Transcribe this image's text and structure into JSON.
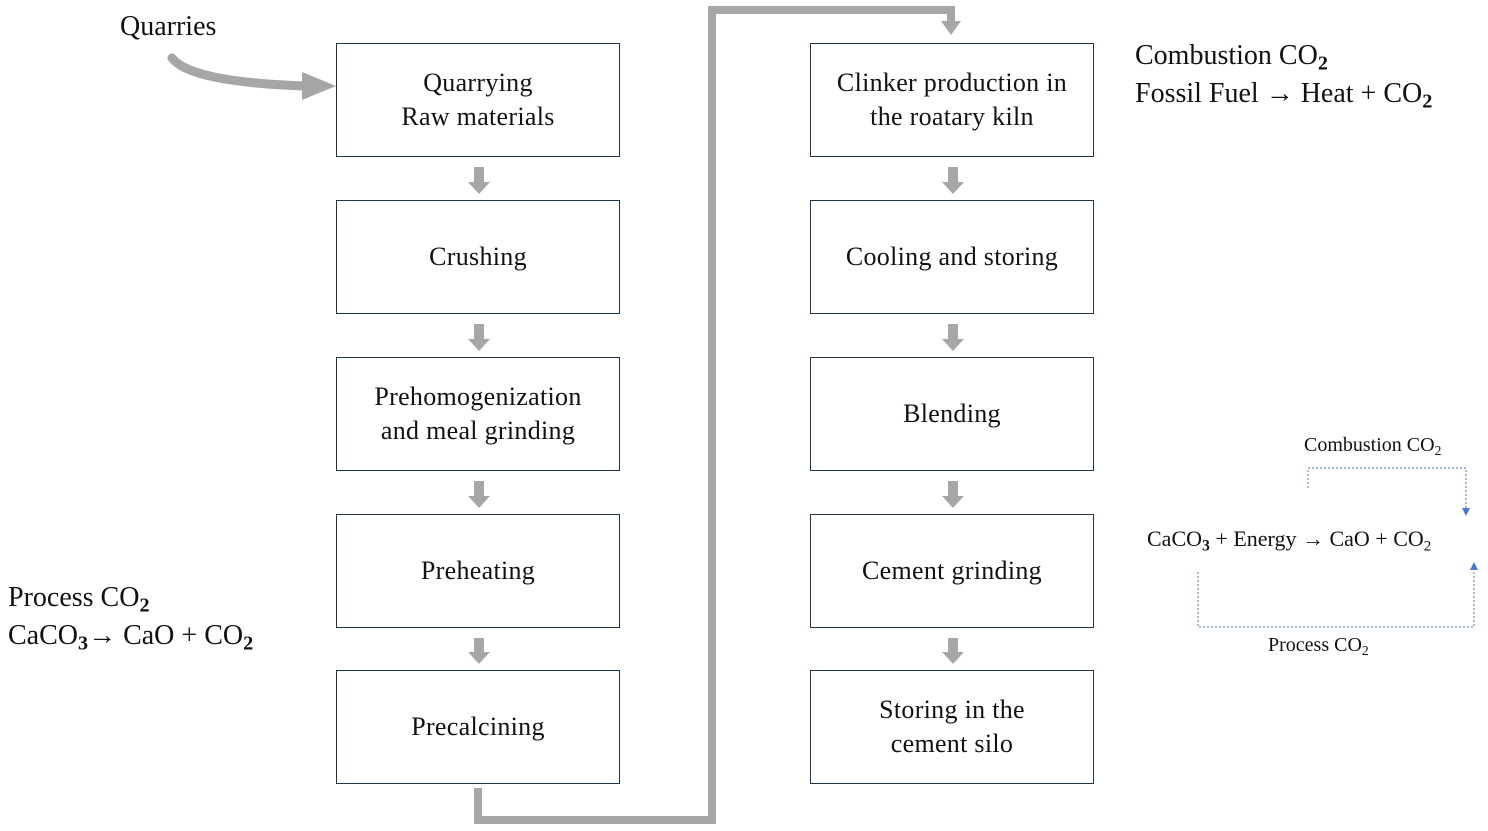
{
  "quarries_label": "Quarries",
  "left_column_steps": [
    {
      "lines": [
        "Quarrying",
        "Raw materials"
      ]
    },
    {
      "lines": [
        "Crushing"
      ]
    },
    {
      "lines": [
        "Prehomogenization",
        "and meal grinding"
      ]
    },
    {
      "lines": [
        "Preheating"
      ]
    },
    {
      "lines": [
        "Precalcining"
      ]
    }
  ],
  "right_column_steps": [
    {
      "lines": [
        "Clinker production in",
        "the roatary kiln"
      ]
    },
    {
      "lines": [
        "Cooling and storing"
      ]
    },
    {
      "lines": [
        "Blending"
      ]
    },
    {
      "lines": [
        "Cement grinding"
      ]
    },
    {
      "lines": [
        "Storing in the",
        "cement silo"
      ]
    }
  ],
  "process_note": {
    "title": "Process CO",
    "title_sub": "2",
    "eq_part1": "CaCO",
    "eq_sub1": "3",
    "eq_part2": "→ CaO + CO",
    "eq_sub2": "2"
  },
  "combustion_note": {
    "title": "Combustion CO",
    "title_sub": "2",
    "eq_part1": "Fossil Fuel → Heat + CO",
    "eq_sub1": "2"
  },
  "inset": {
    "combustion_label": "Combustion CO",
    "combustion_sub": "2",
    "eq_part1": "CaCO",
    "eq_sub1": "3",
    "eq_part2": " + Energy → CaO + CO",
    "eq_sub2": "2",
    "process_label": "Process CO",
    "process_sub": "2"
  },
  "colors": {
    "box_border": "#1f3349",
    "connector_gray": "#a6a6a6",
    "inset_blue": "#4a78c2"
  }
}
